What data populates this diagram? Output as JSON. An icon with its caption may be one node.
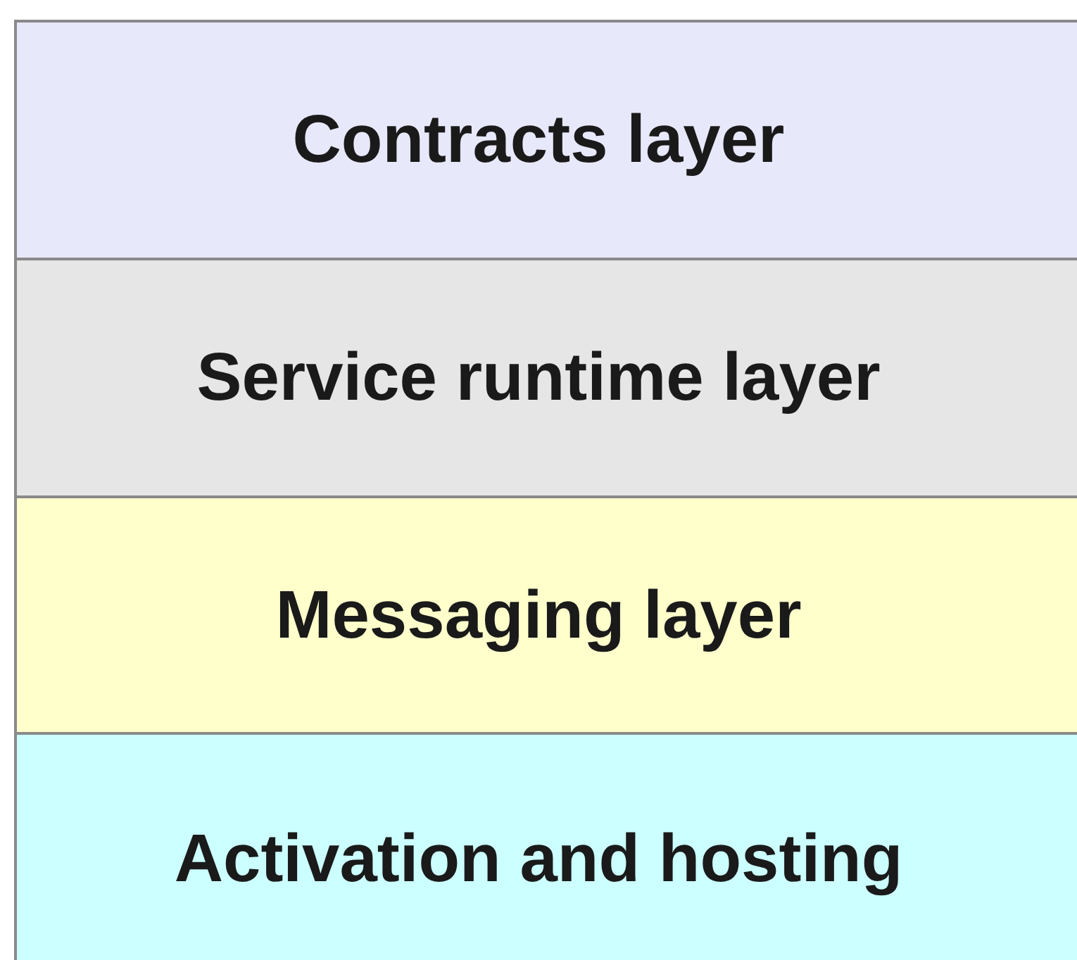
{
  "diagram": {
    "nodes": [
      {
        "text": [
          "Contracts layer"
        ]
      },
      {
        "text": [
          "Service runtime layer"
        ]
      },
      {
        "text": [
          "Messaging layer"
        ]
      },
      {
        "text": [
          "Activation and hosting"
        ]
      }
    ]
  }
}
